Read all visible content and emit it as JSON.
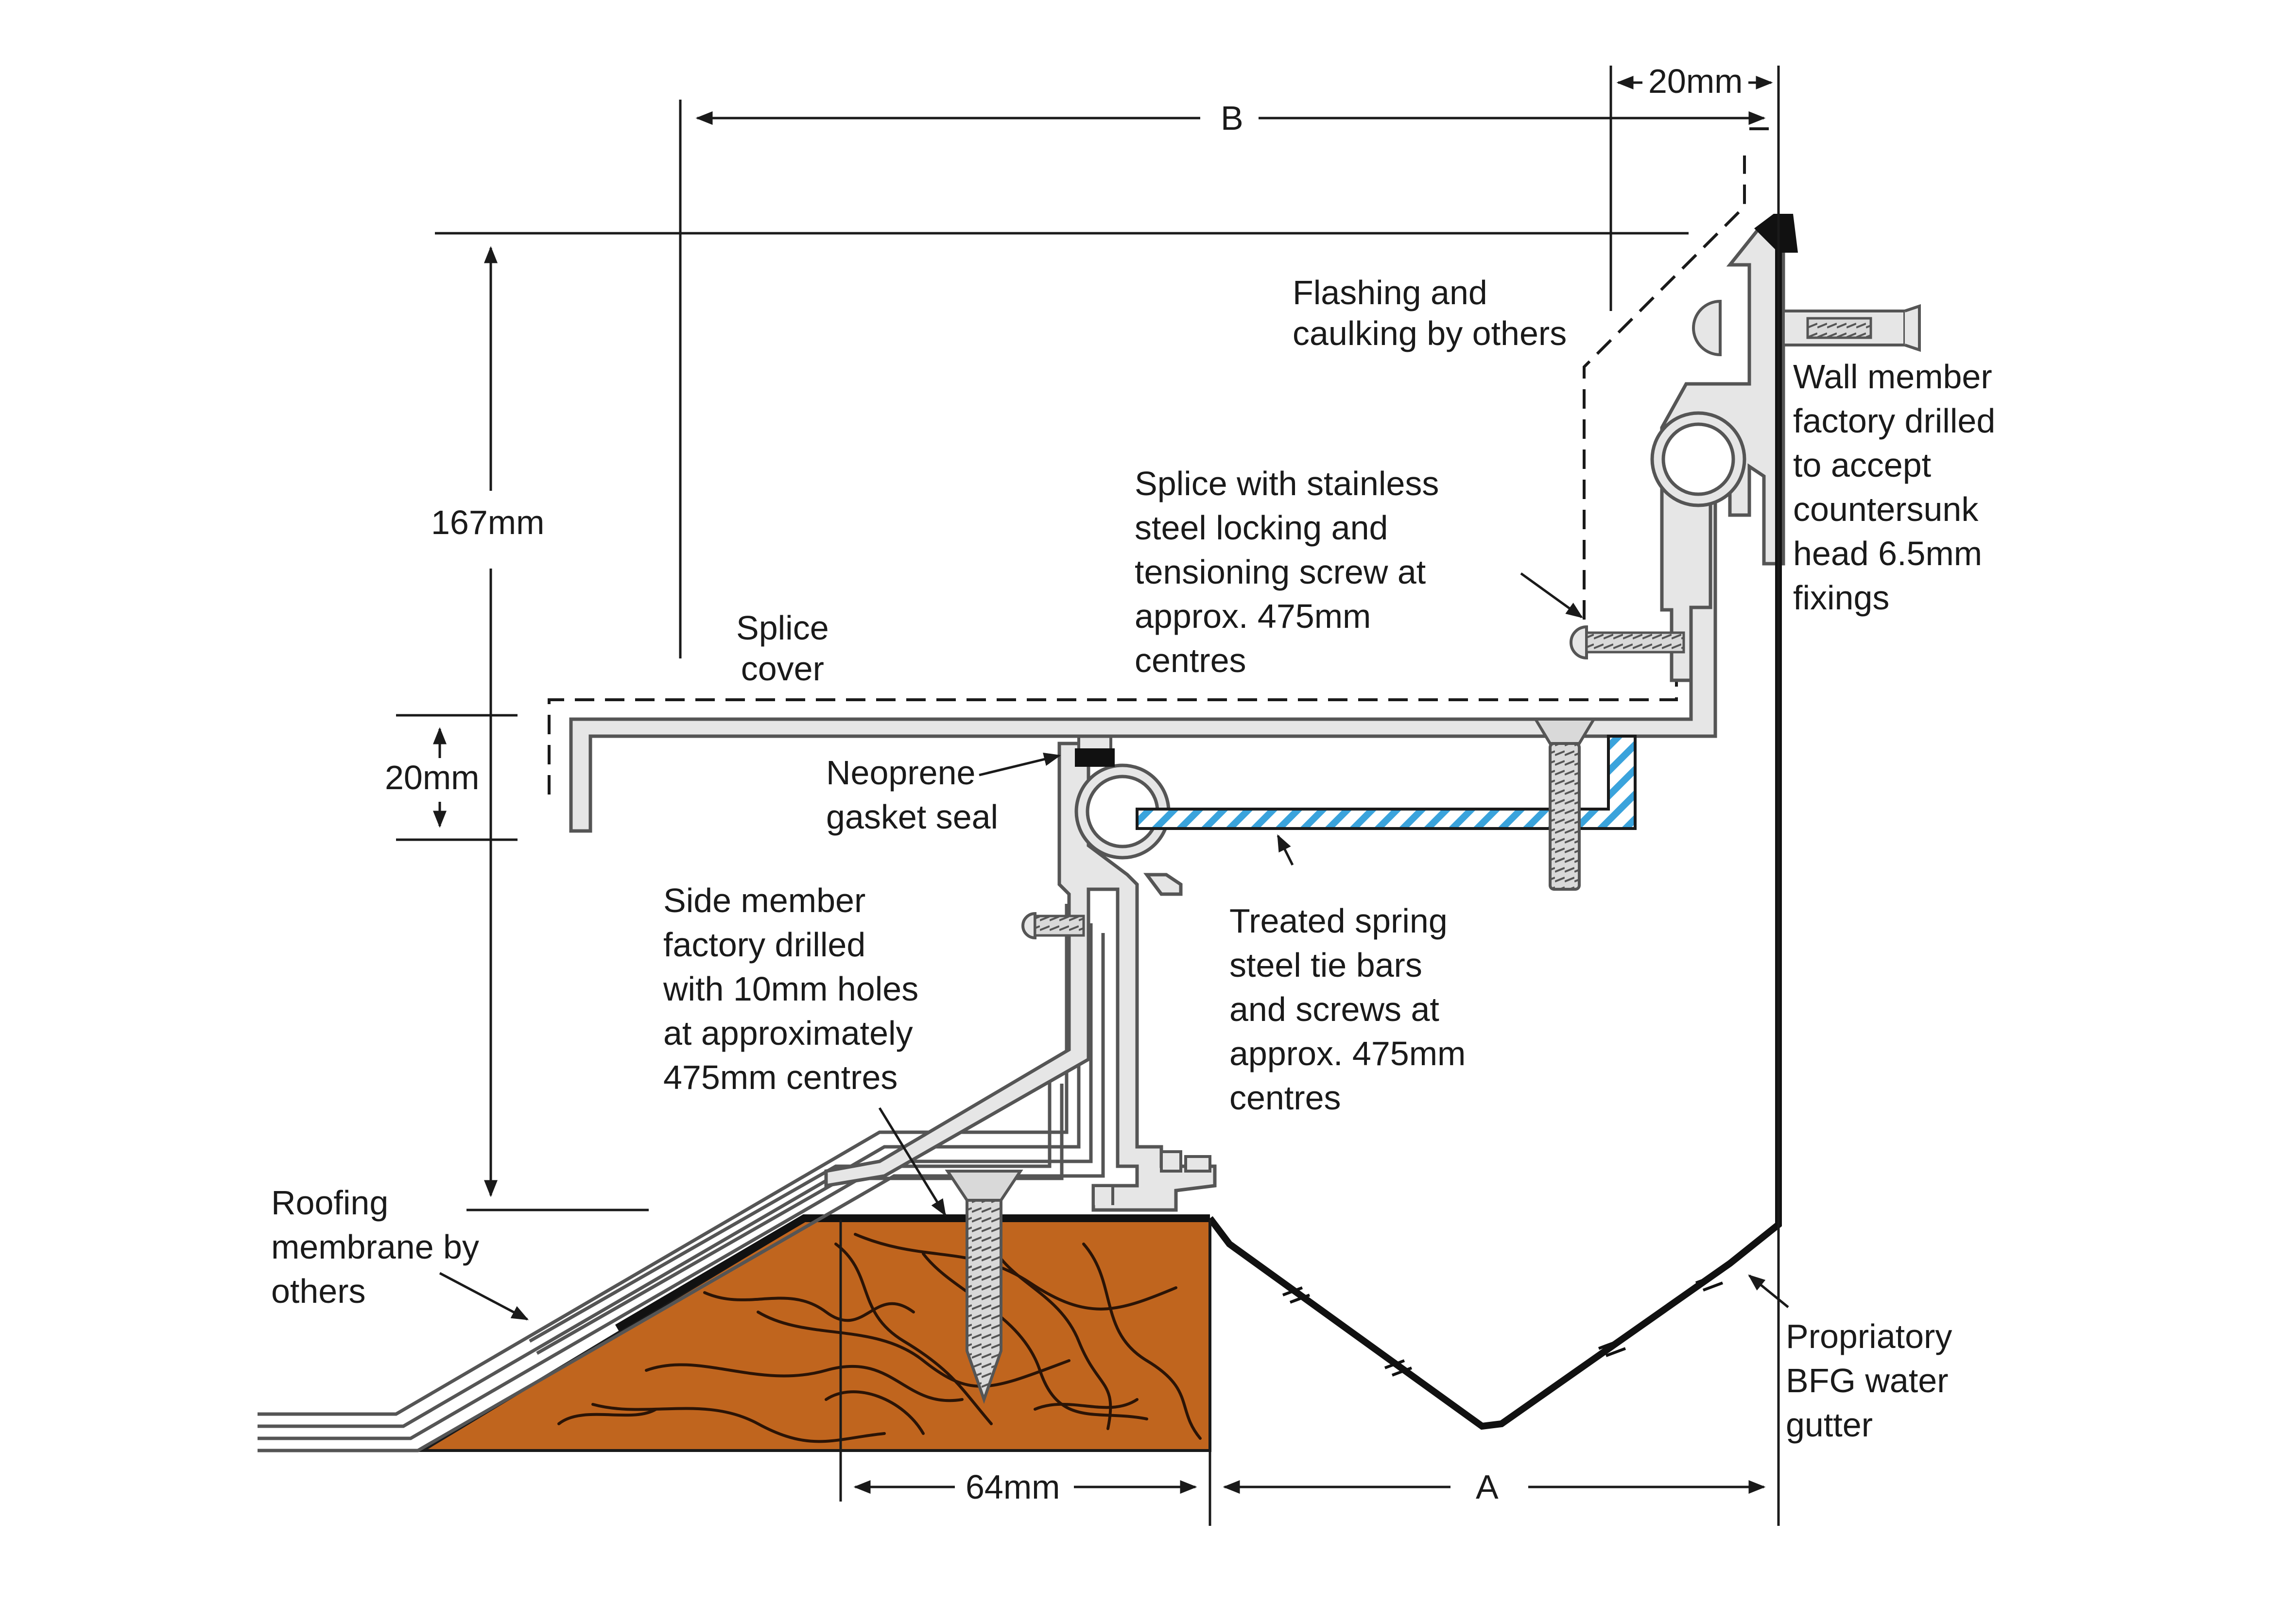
{
  "dimensions": {
    "b": "B",
    "top_20mm": "20mm",
    "height_167mm": "167mm",
    "side_20mm": "20mm",
    "bottom_64mm": "64mm",
    "a": "A"
  },
  "labels": {
    "flashing": [
      "Flashing and",
      "caulking by others"
    ],
    "wall_member": [
      "Wall member",
      "factory drilled",
      "to accept",
      "countersunk",
      "head 6.5mm",
      "fixings"
    ],
    "splice_screw": [
      "Splice with stainless",
      "steel locking and",
      "tensioning screw at",
      "approx. 475mm",
      "centres"
    ],
    "splice_cover": [
      "Splice",
      "cover"
    ],
    "neoprene": [
      "Neoprene",
      "gasket seal"
    ],
    "tie_bars": [
      "Treated spring",
      "steel tie bars",
      "and screws at",
      "approx. 475mm",
      "centres"
    ],
    "side_member": [
      "Side member",
      "factory drilled",
      "with 10mm holes",
      "at approximately",
      "475mm centres"
    ],
    "roofing": [
      "Roofing",
      "membrane by",
      "others"
    ],
    "gutter": [
      "Propriatory",
      "BFG water",
      "gutter"
    ]
  },
  "colors": {
    "line": "#1a1a1a",
    "aluminium_fill": "#e6e6e6",
    "aluminium_stroke": "#555555",
    "timber": "#c0651e",
    "tie_bar": "#3aa3dc"
  }
}
